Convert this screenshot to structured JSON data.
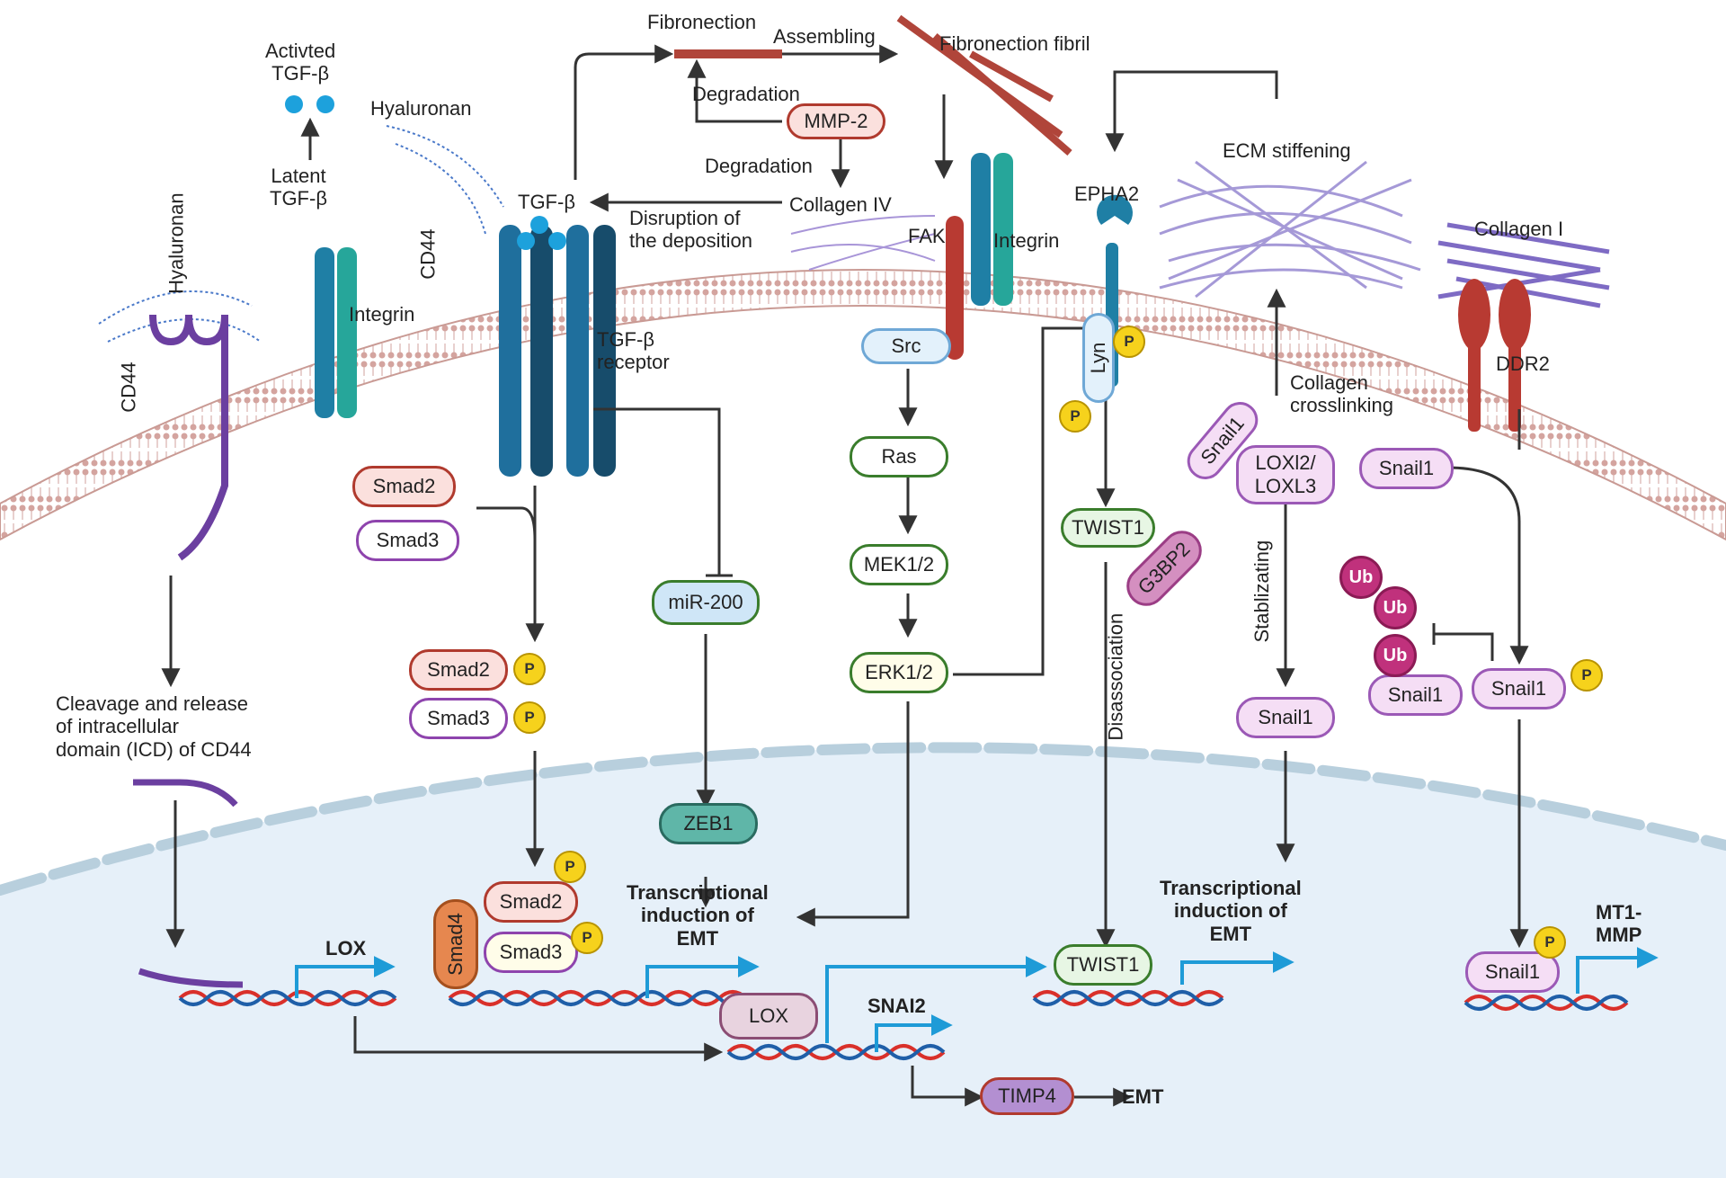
{
  "labels": {
    "fibronection": "Fibronection",
    "assembling": "Assembling",
    "fibronection_fibril": "Fibronection fibril",
    "activated_tgfb": "Activted\nTGF-β",
    "hyaluronan_top": "Hyaluronan",
    "hyaluronan_left": "Hyaluronan",
    "degradation_1": "Degradation",
    "degradation_2": "Degradation",
    "latent_tgfb": "Latent\nTGF-β",
    "tgfb": "TGF-β",
    "collagen_iv": "Collagen IV",
    "disruption": "Disruption of\nthe deposition",
    "ecm_stiffening": "ECM stiffening",
    "epha2": "EPHA2",
    "fak": "FAK",
    "integrin_right": "Integrin",
    "integrin_left": "Integrin",
    "cd44_left": "CD44",
    "cd44_mid": "CD44",
    "collagen_i": "Collagen I",
    "tgfb_receptor": "TGF-β\nreceptor",
    "ddr2": "DDR2",
    "collagen_crosslinking": "Collagen\ncrosslinking",
    "stablizating": "Stablizating",
    "disassociation": "Disassociation",
    "cleavage": "Cleavage and release\nof intracellular\ndomain (ICD) of CD44",
    "transcriptional_1": "Transcriptional\ninduction of\nEMT",
    "transcriptional_2": "Transcriptional\ninduction of\nEMT",
    "gene_lox": "LOX",
    "gene_snai2": "SNAI2",
    "gene_mt1mmp": "MT1-\nMMP",
    "emt_end": "EMT"
  },
  "nodes": {
    "mmp2": "MMP-2",
    "src": "Src",
    "ras": "Ras",
    "mek": "MEK1/2",
    "erk": "ERK1/2",
    "mir200": "miR-200",
    "zeb1": "ZEB1",
    "smad2_a": "Smad2",
    "smad3_a": "Smad3",
    "smad2_b": "Smad2",
    "smad3_b": "Smad3",
    "smad2_c": "Smad2",
    "smad3_c": "Smad3",
    "smad4": "Smad4",
    "twist1_a": "TWIST1",
    "twist1_b": "TWIST1",
    "g3bp2": "G3BP2",
    "lyn": "Lyn",
    "snail1_a": "Snail1",
    "loxl": "LOXl2/\nLOXL3",
    "snail1_b": "Snail1",
    "snail1_c": "Snail1",
    "snail1_d": "Snail1",
    "snail1_e": "Snail1",
    "snail1_f": "Snail1",
    "lox": "LOX",
    "timp4": "TIMP4",
    "p": "P",
    "ub": "Ub"
  },
  "colors": {
    "arrow": "#333333",
    "gene_arrow": "#1e9bd7",
    "membrane": "#c99a94",
    "nucleus_fill": "#e6f0f9",
    "dna_red": "#d9302a",
    "dna_blue": "#1f5fa8"
  }
}
